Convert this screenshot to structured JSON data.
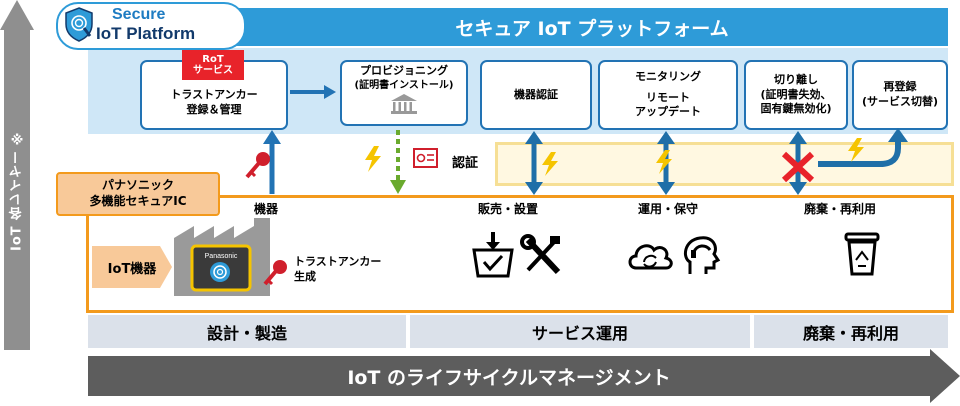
{
  "logo": {
    "line1": "Secure",
    "line2": "IoT Platform"
  },
  "side_axis_label": "IoT 各レイヤー ※",
  "platform": {
    "title": "セキュア IoT プラットフォーム",
    "rot_badge": {
      "line1": "RoT",
      "line2": "サービス"
    },
    "boxes": [
      {
        "line1": "トラストアンカー",
        "line2": "登録＆管理"
      },
      {
        "line1": "プロビジョニング",
        "line2": "(証明書インストール)"
      },
      {
        "line1": "機器認証",
        "line2": ""
      },
      {
        "line1": "モニタリング",
        "line2": "リモート",
        "line3": "アップデート"
      },
      {
        "line1": "切り離し",
        "line2": "(証明書失効、",
        "line3": "固有鍵無効化)"
      },
      {
        "line1": "再登録",
        "line2": "(サービス切替)"
      }
    ]
  },
  "auth_label": "認証",
  "panasonic": {
    "line1": "パナソニック",
    "line2": "多機能セキュアIC"
  },
  "stages": {
    "device": "機器",
    "sales": "販売・設置",
    "operation": "運用・保守",
    "disposal": "廃棄・再利用"
  },
  "iot_device_tag": "IoT機器",
  "trust_anchor_gen": {
    "line1": "トラストアンカー",
    "line2": "生成"
  },
  "chip_brand": "Panasonic",
  "phases": [
    "設計・製造",
    "サービス運用",
    "廃棄・再利用"
  ],
  "lifecycle_title": "IoT のライフサイクルマネージメント",
  "colors": {
    "platform_blue": "#2e9bd8",
    "platform_bg": "#cfe7f7",
    "box_border": "#2273b4",
    "rot_red": "#e8232a",
    "orange": "#f39a1c",
    "phase_gray": "#dbe1ea",
    "lifecycle_dark": "#5d5d5d",
    "key_red": "#d01f2c",
    "lightning_yellow": "#f5c400"
  }
}
